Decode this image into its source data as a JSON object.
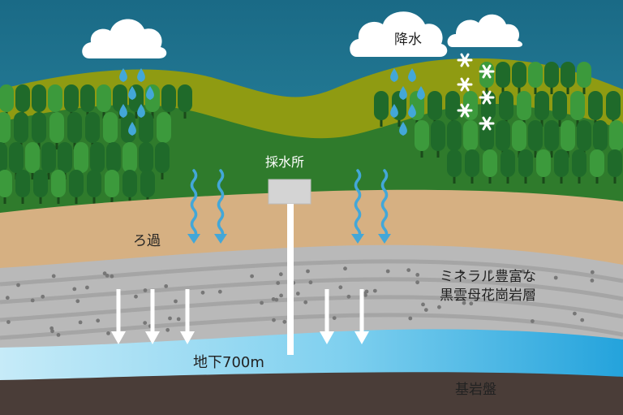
{
  "labels": {
    "precipitation": "降水",
    "water_intake": "採水所",
    "filtration": "ろ過",
    "granite_line1": "ミネラル豊富な",
    "granite_line2": "黒雲母花崗岩層",
    "depth": "地下700m",
    "bedrock": "基岩盤"
  },
  "colors": {
    "sky": "#1f6e86",
    "hills_front": "#2f7d2c",
    "hills_back": "#8c9a12",
    "tree_dark": "#1f6a2a",
    "tree_light": "#3c9a3c",
    "soil": "#d6b082",
    "granite": "#b9b9b9",
    "granite_stripe": "#9c9c9c",
    "aquifer_top": "#bfe6f5",
    "aquifer_bottom": "#2ea8dc",
    "bedrock": "#4a3d38",
    "raindrop": "#43a7d8",
    "arrow_white": "#ffffff",
    "station": "#d4d4d4"
  },
  "icons": {
    "cloud": "cloud-icon",
    "raindrop": "raindrop-icon",
    "snowflake": "snowflake-icon",
    "wavy_arrow": "wavy-arrow-icon",
    "down_arrow": "down-arrow-icon"
  }
}
